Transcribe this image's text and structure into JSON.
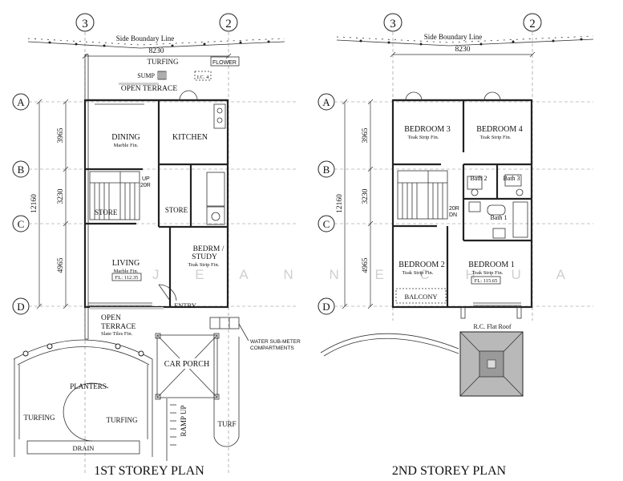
{
  "grid_cols": {
    "left": "3",
    "right": "2"
  },
  "grid_rows": [
    "A",
    "B",
    "C",
    "D"
  ],
  "watermark": "J E A N N E   C H U A",
  "plan1": {
    "title": "1ST STOREY PLAN",
    "boundary": "Side  Boundary  Line",
    "overall_width": "8230",
    "overall_depth": "12160",
    "dims": [
      "3965",
      "3230",
      "4965"
    ],
    "turfing_top": "TURFING",
    "flower": "FLOWER",
    "sump": "SUMP",
    "ic": "I.C. 4",
    "open_terrace": "OPEN TERRACE",
    "dining": "DINING",
    "dining_fin": "Marble Fin.",
    "kitchen": "KITCHEN",
    "up": "UP",
    "r20": "20R",
    "store1": "STORE",
    "store2": "STORE",
    "bedrm1": "BEDRM /",
    "bedrm2": "STUDY",
    "bedrm_fin": "Teak Strip Fin.",
    "living": "LIVING",
    "living_fin": "Marble Fin.",
    "fl": "FL: 112.35",
    "entry": "ENTRY",
    "open_terrace2a": "OPEN",
    "open_terrace2b": "TERRACE",
    "terrace_fin": "Slate Tiles Fin.",
    "water1": "WATER SUB-METER",
    "water2": "COMPARTMENTS",
    "car_porch": "CAR PORCH",
    "planters": "PLANTERS",
    "turfing_l": "TURFING",
    "turfing_r": "TURFING",
    "drain": "DRAIN",
    "ramp": "RAMP UP",
    "turf": "TURF"
  },
  "plan2": {
    "title": "2ND STOREY PLAN",
    "boundary": "Side  Boundary  Line",
    "overall_width": "8230",
    "overall_depth": "12160",
    "dims": [
      "3965",
      "3230",
      "4965"
    ],
    "bedroom3": "BEDROOM 3",
    "bedroom3_fin": "Teak Strip Fin.",
    "bedroom4": "BEDROOM 4",
    "bedroom4_fin": "Teak Strip Fin.",
    "bath2": "Bath 2",
    "bath3": "Bath 3",
    "bath1": "Bath 1",
    "r20": "20R",
    "dn": "DN",
    "bedroom2": "BEDROOM 2",
    "bedroom2_fin": "Teak Strip Fin.",
    "bedroom1": "BEDROOM 1",
    "bedroom1_fin": "Teak Strip Fin.",
    "fl": "FL: 115.65",
    "balcony": "BALCONY",
    "flat_roof": "R.C. Flat Roof"
  }
}
